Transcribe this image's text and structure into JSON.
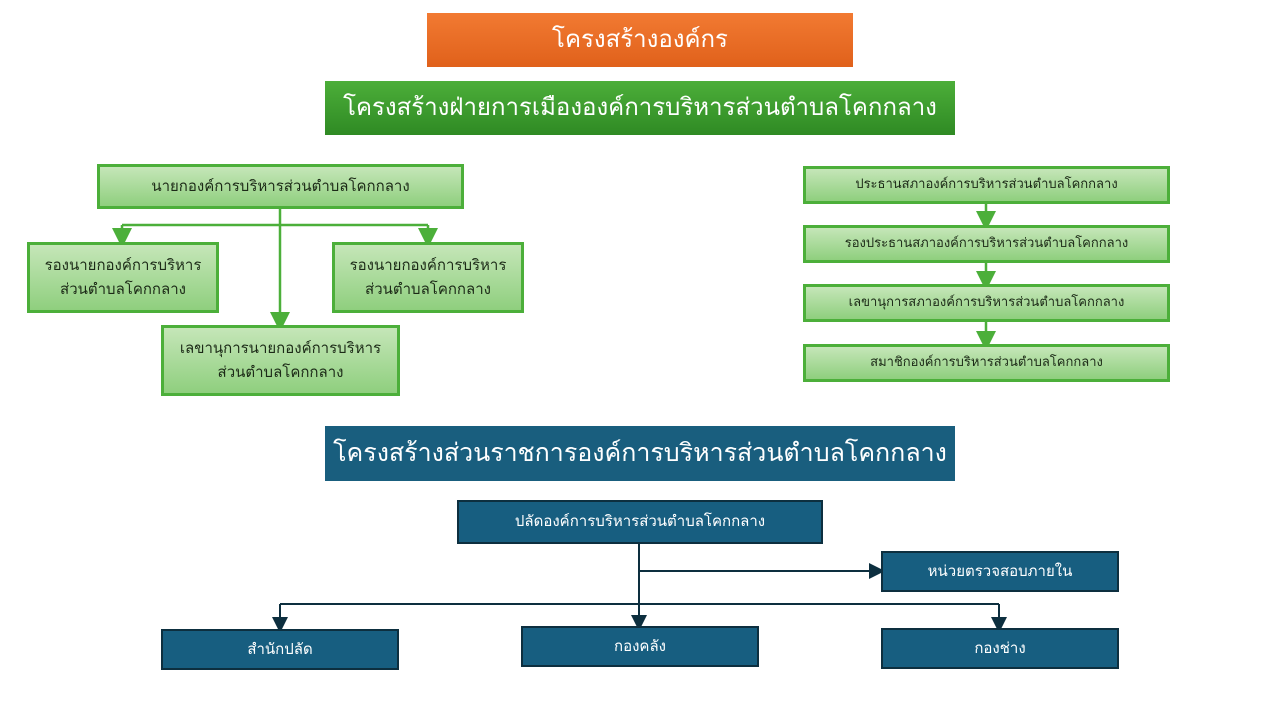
{
  "main_title": "โครงสร้างองค์กร",
  "political": {
    "title": "โครงสร้างฝ่ายการเมืององค์การบริหารส่วนตำบลโคกกลาง",
    "mayor": "นายกองค์การบริหารส่วนตำบลโคกกลาง",
    "deputy_left_line1": "รองนายกองค์การบริหาร",
    "deputy_left_line2": "ส่วนตำบลโคกกลาง",
    "deputy_right_line1": "รองนายกองค์การบริหาร",
    "deputy_right_line2": "ส่วนตำบลโคกกลาง",
    "secretary_line1": "เลขานุการนายกองค์การบริหาร",
    "secretary_line2": "ส่วนตำบลโคกกลาง",
    "council": [
      "ประธานสภาองค์การบริหารส่วนตำบลโคกกลาง",
      "รองประธานสภาองค์การบริหารส่วนตำบลโคกกลาง",
      "เลขานุการสภาองค์การบริหารส่วนตำบลโคกกลาง",
      "สมาชิกองค์การบริหารส่วนตำบลโคกกลาง"
    ]
  },
  "administrative": {
    "title": "โครงสร้างส่วนราชการองค์การบริหารส่วนตำบลโคกกลาง",
    "chief": "ปลัดองค์การบริหารส่วนตำบลโคกกลาง",
    "internal_audit": "หน่วยตรวจสอบภายใน",
    "office": "สำนักปลัด",
    "finance": "กองคลัง",
    "engineering": "กองช่าง"
  },
  "colors": {
    "orange": "#e0611b",
    "green": "#4caf3a",
    "blue": "#195e7e",
    "navy_line": "#0d2f3f"
  }
}
